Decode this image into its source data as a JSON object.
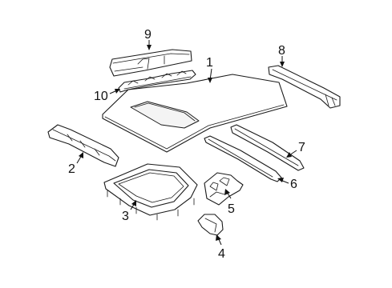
{
  "diagram": {
    "callouts": [
      {
        "id": "1",
        "label": "1"
      },
      {
        "id": "2",
        "label": "2"
      },
      {
        "id": "3",
        "label": "3"
      },
      {
        "id": "4",
        "label": "4"
      },
      {
        "id": "5",
        "label": "5"
      },
      {
        "id": "6",
        "label": "6"
      },
      {
        "id": "7",
        "label": "7"
      },
      {
        "id": "8",
        "label": "8"
      },
      {
        "id": "9",
        "label": "9"
      },
      {
        "id": "10",
        "label": "10"
      }
    ],
    "colors": {
      "line": "#1a1a1a",
      "background": "#ffffff"
    }
  }
}
